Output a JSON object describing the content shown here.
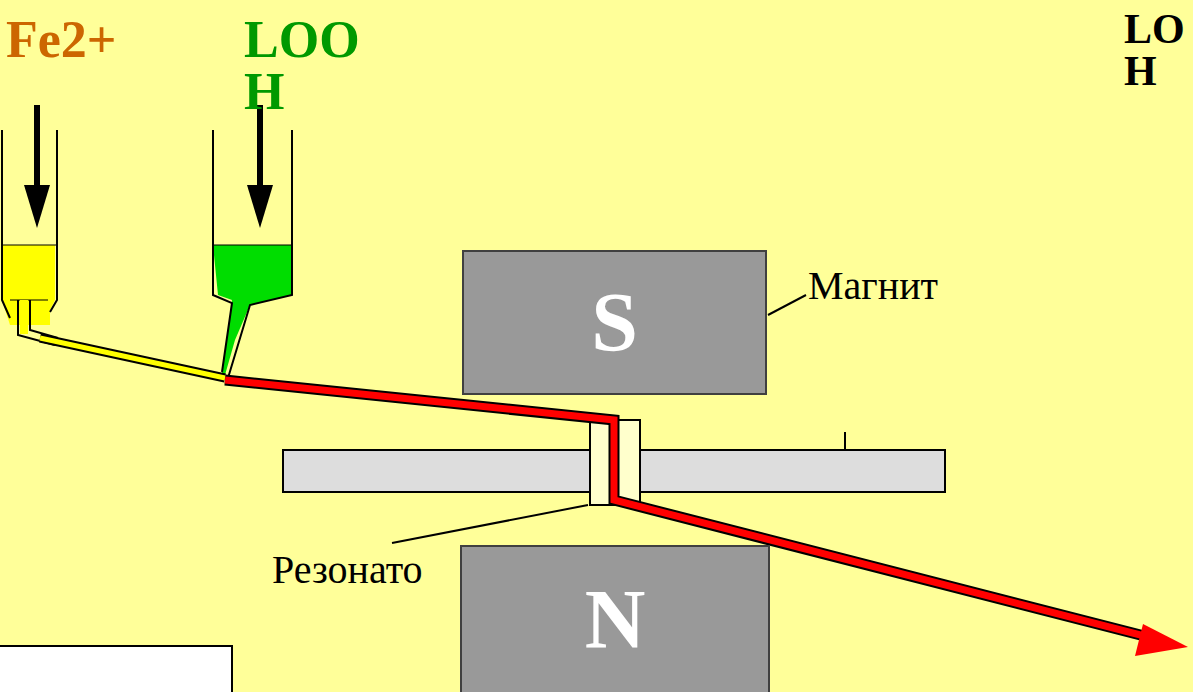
{
  "diagram": {
    "nodes": [
      {
        "text": [
          "S"
        ]
      },
      {
        "text": [
          "N"
        ]
      }
    ],
    "labels": [
      "Fe2+",
      "LOOH",
      "LOH",
      "Магнит",
      "Резонато"
    ]
  }
}
